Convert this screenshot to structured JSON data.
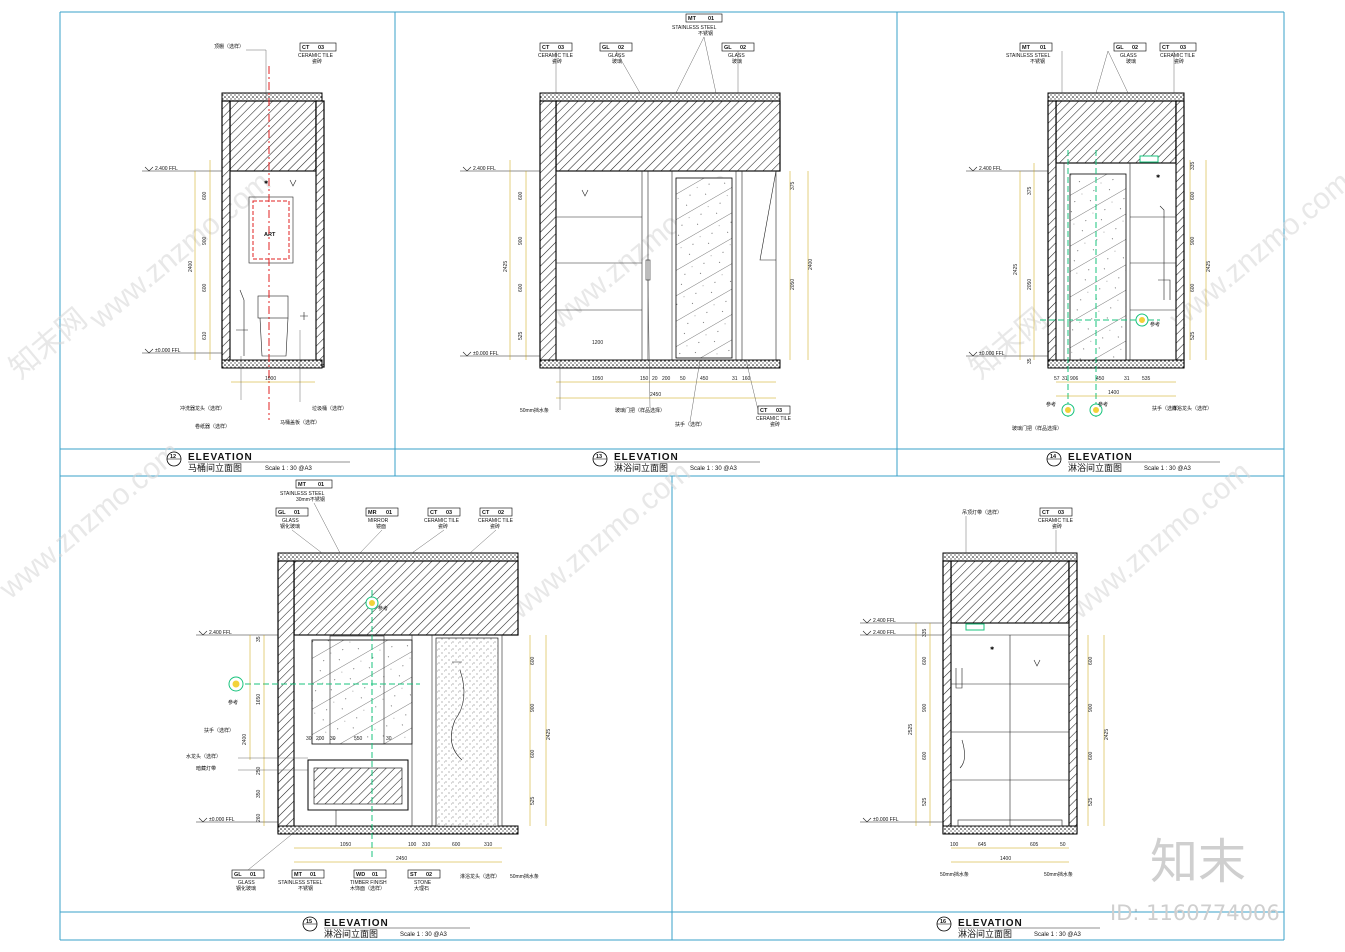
{
  "page": {
    "brand": "知末",
    "id_label": "ID: 1160774006",
    "watermark": "www.znzmo.com",
    "watermark_cn": "知末网"
  },
  "panels": [
    {
      "number": "12",
      "title": "ELEVATION",
      "title_cn": "马桶间立面图",
      "scale": "Scale 1 : 30 @A3",
      "tags": [
        {
          "code": "CT",
          "num": "03",
          "name": "CERAMIC TILE",
          "cn": "瓷砖"
        }
      ],
      "notes": [
        "顶棚（选样）",
        "冲洗器龙头（选样）",
        "卷纸器（选样）",
        "马桶盖板（选样）",
        "垃圾桶（选样）"
      ],
      "art_label": "ART",
      "levels": [
        "2.400 FFL",
        "±0.000 FFL"
      ],
      "dims_right": [
        "600",
        "900",
        "600",
        "610",
        "2400"
      ],
      "dims_bottom": [
        "1000"
      ]
    },
    {
      "number": "13",
      "title": "ELEVATION",
      "title_cn": "淋浴间立面图",
      "scale": "Scale 1 : 30 @A3",
      "tags": [
        {
          "code": "CT",
          "num": "03",
          "name": "CERAMIC TILE",
          "cn": "瓷砖"
        },
        {
          "code": "GL",
          "num": "02",
          "name": "GLASS",
          "cn": "玻璃"
        },
        {
          "code": "MT",
          "num": "01",
          "name": "STAINLESS STEEL",
          "cn": "不锈钢"
        },
        {
          "code": "GL",
          "num": "02",
          "name": "GLASS",
          "cn": "玻璃"
        },
        {
          "code": "CT",
          "num": "03",
          "name": "CERAMIC TILE",
          "cn": "瓷砖"
        }
      ],
      "notes": [
        "50mm挡水条",
        "玻璃门把（样品选择）",
        "扶手（选样）"
      ],
      "levels": [
        "2.400 FFL",
        "±0.000 FFL"
      ],
      "dims_left": [
        "600",
        "900",
        "600",
        "525",
        "2425"
      ],
      "dims_right": [
        "375",
        "2400",
        "2050"
      ],
      "dims_bottom": [
        "1050",
        "1200",
        "150",
        "20",
        "200",
        "50",
        "450",
        "31",
        "160",
        "2450"
      ]
    },
    {
      "number": "14",
      "title": "ELEVATION",
      "title_cn": "淋浴间立面图",
      "scale": "Scale 1 : 30 @A3",
      "tags": [
        {
          "code": "MT",
          "num": "01",
          "name": "STAINLESS STEEL",
          "cn": "不锈钢"
        },
        {
          "code": "GL",
          "num": "02",
          "name": "GLASS",
          "cn": "玻璃"
        },
        {
          "code": "CT",
          "num": "03",
          "name": "CERAMIC TILE",
          "cn": "瓷砖"
        }
      ],
      "notes": [
        "扶手（选样）",
        "淋浴龙头（选样）",
        "玻璃门把（样品选择）",
        "参考"
      ],
      "levels": [
        "2.400 FFL",
        "±0.000 FFL"
      ],
      "dims_left": [
        "375",
        "2425",
        "2050",
        "35"
      ],
      "dims_right": [
        "335",
        "600",
        "900",
        "600",
        "525",
        "2425"
      ],
      "dims_bottom": [
        "57",
        "31",
        "906",
        "450",
        "31",
        "535",
        "1400"
      ]
    },
    {
      "number": "15",
      "title": "ELEVATION",
      "title_cn": "淋浴间立面图",
      "scale": "Scale 1 : 30 @A3",
      "tags": [
        {
          "code": "MT",
          "num": "01",
          "name": "STAINLESS STEEL",
          "cn": "30mm不锈钢"
        },
        {
          "code": "GL",
          "num": "01",
          "name": "GLASS",
          "cn": "钢化玻璃"
        },
        {
          "code": "MR",
          "num": "01",
          "name": "MIRROR",
          "cn": "镜面"
        },
        {
          "code": "CT",
          "num": "03",
          "name": "CERAMIC TILE",
          "cn": "瓷砖"
        },
        {
          "code": "CT",
          "num": "02",
          "name": "CERAMIC TILE",
          "cn": "瓷砖"
        },
        {
          "code": "GL",
          "num": "01",
          "name": "GLASS",
          "cn": "钢化玻璃"
        },
        {
          "code": "MT",
          "num": "01",
          "name": "STAINLESS STEEL",
          "cn": "不锈钢"
        },
        {
          "code": "WD",
          "num": "01",
          "name": "TIMBER FINISH",
          "cn": "木饰面（选样）"
        },
        {
          "code": "ST",
          "num": "02",
          "name": "STONE",
          "cn": "大理石"
        }
      ],
      "notes": [
        "参考",
        "扶手（选样）",
        "水龙头（选样）",
        "暗藏灯带",
        "淋浴龙头（选样）",
        "50mm挡水条"
      ],
      "levels": [
        "2.400 FFL",
        "±0.000 FFL"
      ],
      "dims_left": [
        "35",
        "1650",
        "2400",
        "250",
        "350",
        "260"
      ],
      "dims_right": [
        "600",
        "900",
        "600",
        "525",
        "2425"
      ],
      "dims_bottom": [
        "1050",
        "100",
        "310",
        "600",
        "310",
        "2450"
      ],
      "dims_mid": [
        "30",
        "200",
        "30",
        "550",
        "30"
      ]
    },
    {
      "number": "16",
      "title": "ELEVATION",
      "title_cn": "淋浴间立面图",
      "scale": "Scale 1 : 30 @A3",
      "tags": [
        {
          "code": "CT",
          "num": "03",
          "name": "CERAMIC TILE",
          "cn": "瓷砖"
        }
      ],
      "notes": [
        "吊顶灯带（选样）",
        "50mm挡水条",
        "50mm挡水条"
      ],
      "levels": [
        "2.400 FFL",
        "2.400 FFL",
        "±0.000 FFL"
      ],
      "dims_left": [
        "335",
        "600",
        "900",
        "600",
        "525",
        "2525"
      ],
      "dims_right": [
        "600",
        "900",
        "600",
        "525",
        "2425"
      ],
      "dims_bottom": [
        "100",
        "645",
        "605",
        "50",
        "1400"
      ]
    }
  ]
}
